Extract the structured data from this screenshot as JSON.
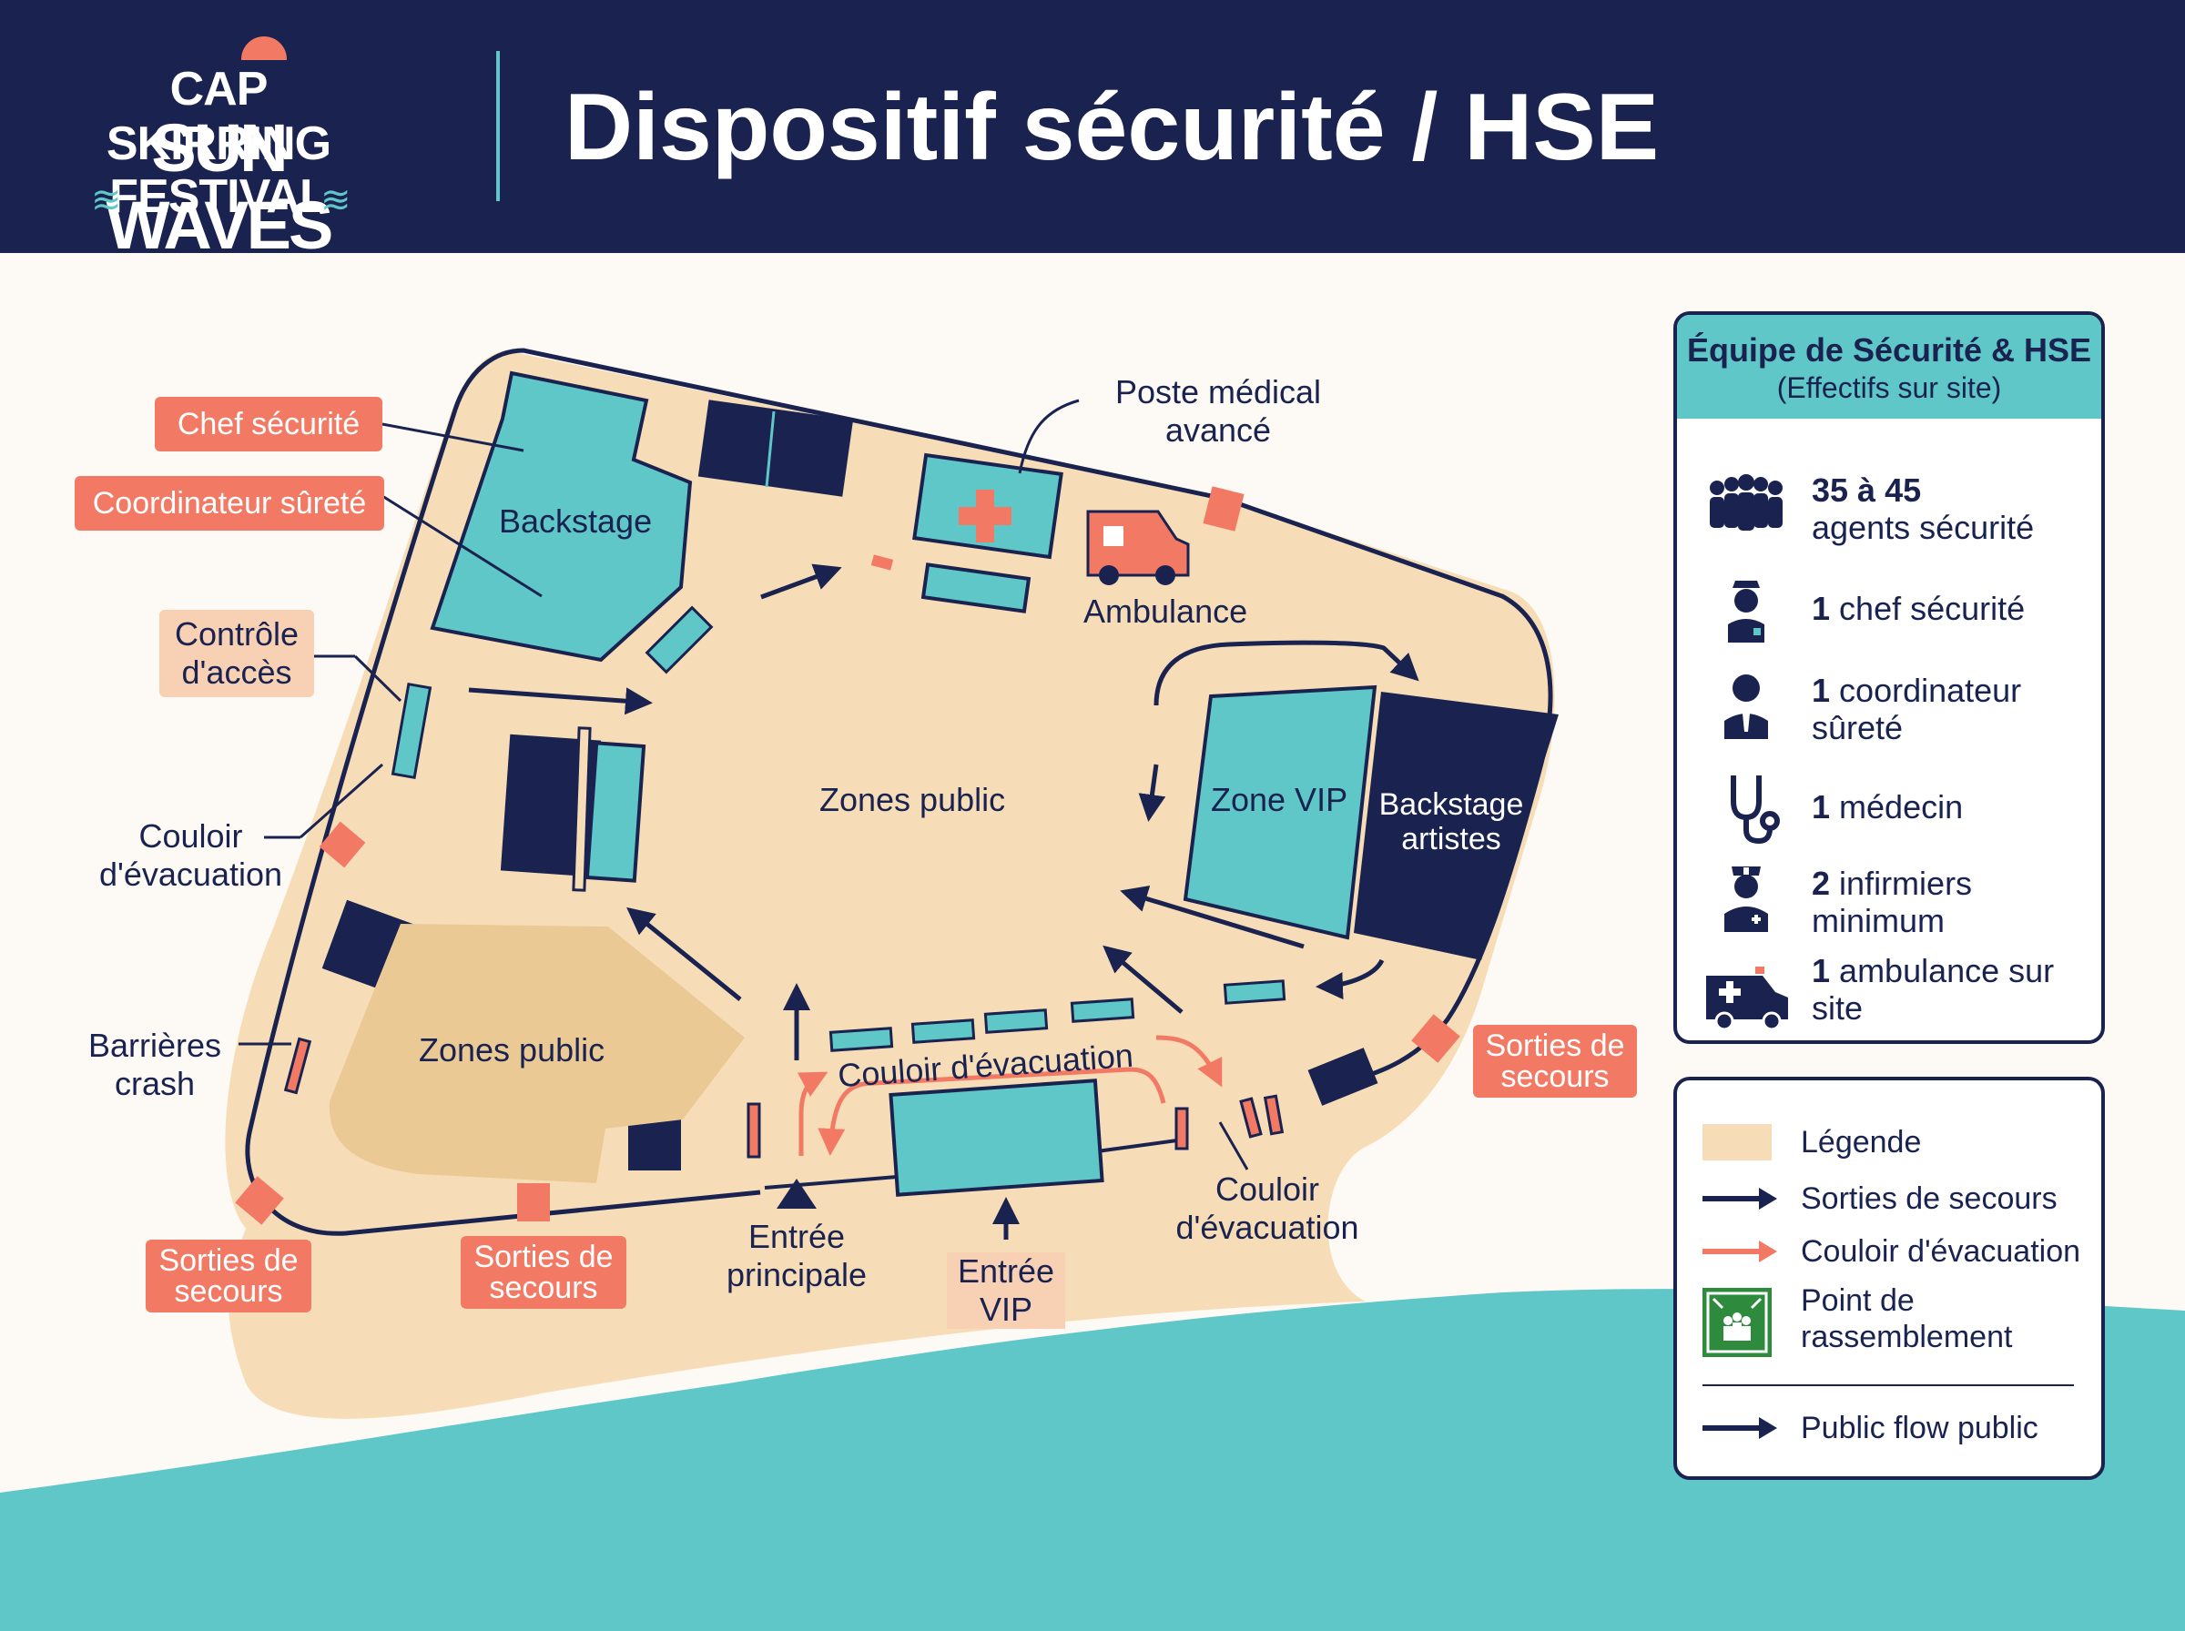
{
  "header": {
    "logo": {
      "line1": "CAP SKIRRING",
      "line2": "SUN WAVES",
      "line3": "FESTIVAL"
    },
    "title": "Dispositif sécurité / HSE"
  },
  "colors": {
    "navy": "#1a2350",
    "teal": "#5fc7c8",
    "coral": "#f27a65",
    "sand": "#f7ddb7",
    "sand_dark": "#ebc994",
    "green": "#2e8b3e"
  },
  "map": {
    "zones": {
      "backstage": "Backstage",
      "public_center": "Zones public",
      "public_south": "Zones public",
      "vip": "Zone VIP",
      "backstage_artists": "Backstage artistes",
      "corridor_center": "Couloir d'évacuation"
    },
    "labels": {
      "medical_post": "Poste médical avancé",
      "ambulance": "Ambulance",
      "corridor_west": "Couloir d'évacuation",
      "crash_barriers": "Barrières crash",
      "main_entrance": "Entrée principale",
      "vip_entrance": "Entrée VIP",
      "corridor_south": "Couloir d'évacuation"
    },
    "tags": {
      "chef_securite": "Chef sécurité",
      "coordinateur_surete": "Coordinateur sûreté",
      "controle_acces": "Contrôle d'accès",
      "exit_east": "Sorties de secours",
      "exit_southwest": "Sorties de secours",
      "exit_south": "Sorties de secours"
    }
  },
  "team_panel": {
    "title": "Équipe de Sécurité & HSE",
    "subtitle": "(Effectifs sur site)",
    "items": [
      {
        "icon": "security-agents-icon",
        "count": "35 à 45",
        "text": "agents sécurité"
      },
      {
        "icon": "security-chief-icon",
        "count": "1",
        "text": "chef sécurité"
      },
      {
        "icon": "coordinator-icon",
        "count": "1",
        "text": "coordinateur sûreté"
      },
      {
        "icon": "stethoscope-icon",
        "count": "1",
        "text": "médecin"
      },
      {
        "icon": "nurse-icon",
        "count": "2",
        "text": "infirmiers minimum"
      },
      {
        "icon": "ambulance-icon",
        "count": "1",
        "text": "ambulance sur site"
      }
    ]
  },
  "legend": {
    "items": [
      {
        "icon": "sand-swatch-icon",
        "label": "Légende"
      },
      {
        "icon": "navy-arrow-icon",
        "label": "Sorties de secours"
      },
      {
        "icon": "coral-arrow-icon",
        "label": "Couloir d'évacuation"
      },
      {
        "icon": "assembly-point-icon",
        "label": "Point de rassemblement"
      },
      {
        "icon": "navy-arrow-icon",
        "label": "Public flow public"
      }
    ]
  }
}
